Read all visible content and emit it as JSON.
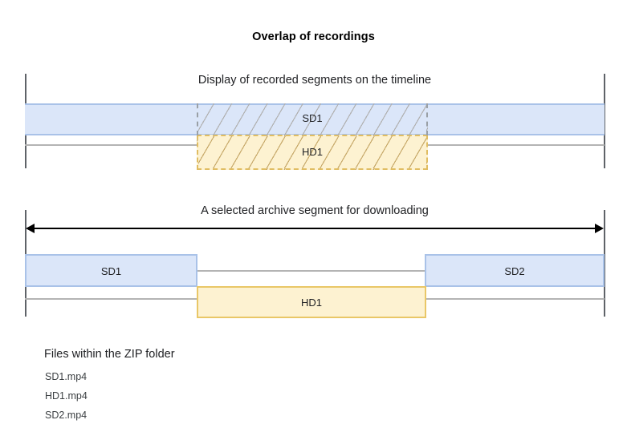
{
  "title": "Overlap of recordings",
  "section1": {
    "caption": "Display of recorded segments on the timeline",
    "sd_label": "SD1",
    "hd_label": "HD1"
  },
  "section2": {
    "caption": "A selected archive segment for downloading",
    "sd1_label": "SD1",
    "sd2_label": "SD2",
    "hd1_label": "HD1"
  },
  "files": {
    "heading": "Files within the ZIP folder",
    "items": [
      "SD1.mp4",
      "HD1.mp4",
      "SD2.mp4"
    ]
  },
  "colors": {
    "blue_fill": "#dbe6f9",
    "blue_border": "#a9c2e8",
    "yellow_fill": "#fdf2d1",
    "yellow_border": "#e9c767",
    "gray_line": "#b4b4b4",
    "tick": "#5f6368",
    "arrow": "#000000"
  }
}
